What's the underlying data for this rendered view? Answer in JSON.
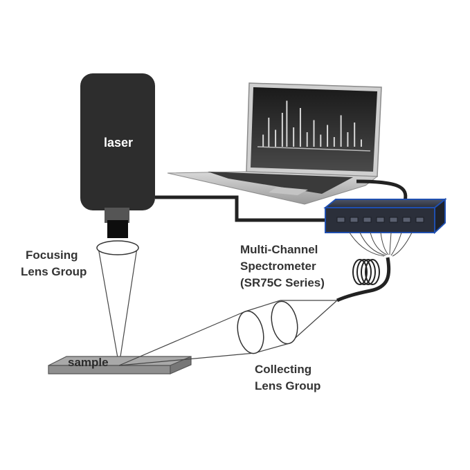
{
  "labels": {
    "laser": "laser",
    "focusing_lens_line1": "Focusing",
    "focusing_lens_line2": "Lens Group",
    "spectrometer_line1": "Multi-Channel",
    "spectrometer_line2": "Spectrometer",
    "spectrometer_line3": "(SR75C Series)",
    "collecting_lens_line1": "Collecting",
    "collecting_lens_line2": "Lens Group",
    "sample": "sample"
  },
  "colors": {
    "laser_body": "#2d2d2d",
    "cable": "#222222",
    "spectrometer_outline": "#1f4fb0",
    "spectrometer_body": "#2b2f3a",
    "sample_plate": "#a9a9a9",
    "label_text": "#333333"
  },
  "spectrum_peaks": [
    [
      0.05,
      0.25
    ],
    [
      0.1,
      0.6
    ],
    [
      0.16,
      0.35
    ],
    [
      0.22,
      0.7
    ],
    [
      0.26,
      0.95
    ],
    [
      0.32,
      0.4
    ],
    [
      0.38,
      0.8
    ],
    [
      0.44,
      0.3
    ],
    [
      0.5,
      0.55
    ],
    [
      0.56,
      0.25
    ],
    [
      0.62,
      0.45
    ],
    [
      0.68,
      0.2
    ],
    [
      0.74,
      0.65
    ],
    [
      0.8,
      0.3
    ],
    [
      0.86,
      0.5
    ],
    [
      0.92,
      0.15
    ]
  ],
  "spectrometer_ports": 7
}
